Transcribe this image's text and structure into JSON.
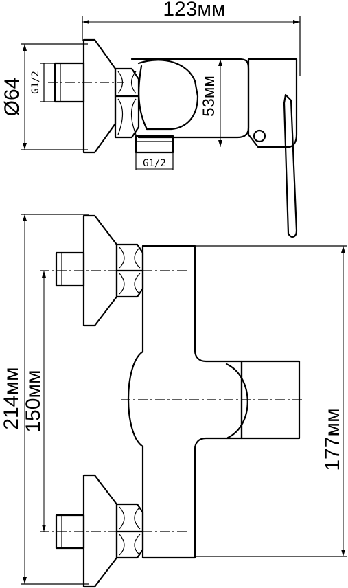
{
  "labels": {
    "width_total": "123мм",
    "diameter": "Ø64",
    "thread_inlet": "G1/2",
    "thread_outlet": "G1/2",
    "depth_body": "53мм",
    "height_total": "214мм",
    "inlet_spacing": "150мм",
    "body_height": "177мм"
  }
}
